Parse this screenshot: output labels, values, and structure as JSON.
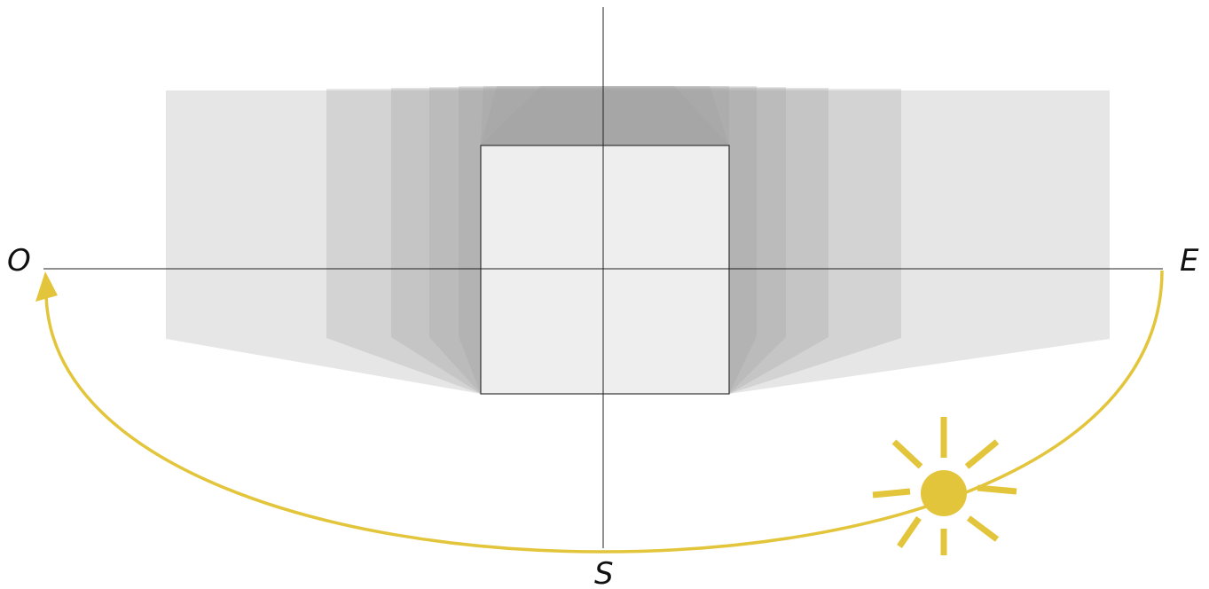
{
  "labels": {
    "west": "O",
    "east": "E",
    "south": "S"
  },
  "colors": {
    "shadow": "#9e9e9e",
    "square_fill": "#eeeeee",
    "square_stroke": "#333333",
    "axis": "#222222",
    "sun": "#e3c53b",
    "sun_path": "#e3c53b",
    "background": "#ffffff"
  },
  "icons": {
    "sun": "sun-icon",
    "direction_arrow": "arrowhead-icon"
  }
}
